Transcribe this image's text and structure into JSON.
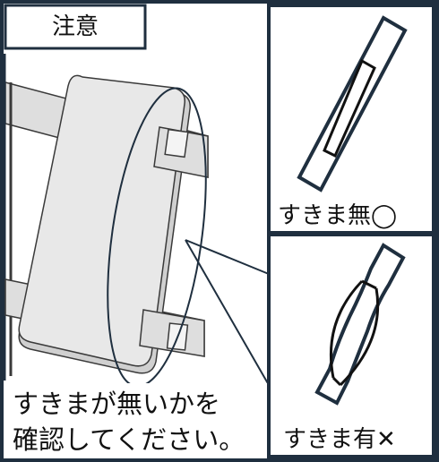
{
  "attention_label": "注意",
  "gap_none_label": "すきま無◯",
  "gap_yes_label": "すきま有✕",
  "instruction_line1": "すきまが無いかを",
  "instruction_line2": "確認してください。",
  "colors": {
    "frame_navy": "#1f2f3f",
    "panel_fill": "#e6e6e6",
    "bar_fill": "#dedede",
    "outline": "#3a3a3a",
    "ink": "#111111"
  }
}
